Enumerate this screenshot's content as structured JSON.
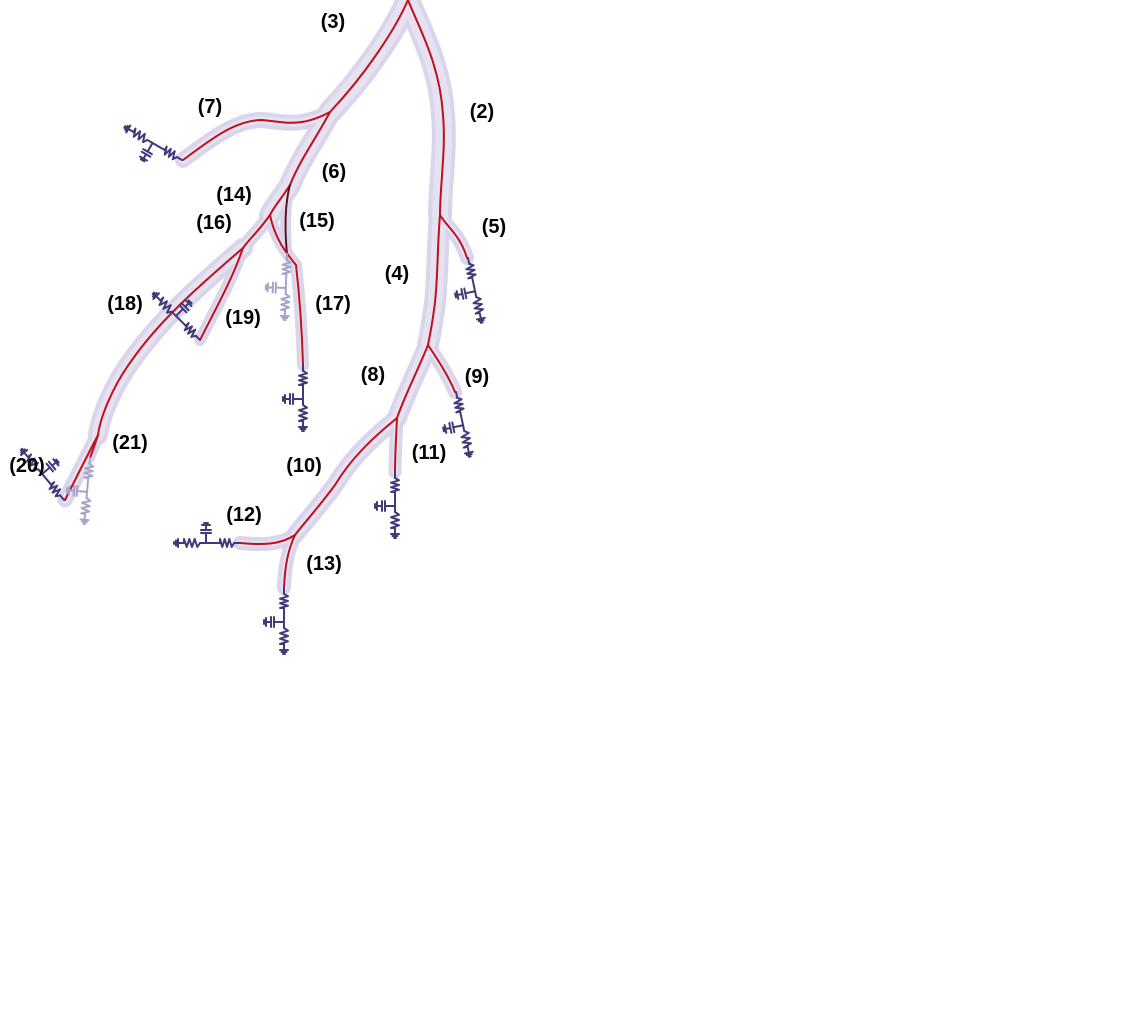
{
  "colors": {
    "vessel": "#d8d3e9",
    "centerline": "#c0101d",
    "circuit": "#3f3a7a",
    "circuit_faded": "#a9a4c6"
  },
  "segments": [
    {
      "id": "2",
      "label": "(2)"
    },
    {
      "id": "3",
      "label": "(3)"
    },
    {
      "id": "4",
      "label": "(4)"
    },
    {
      "id": "5",
      "label": "(5)"
    },
    {
      "id": "6",
      "label": "(6)"
    },
    {
      "id": "7",
      "label": "(7)"
    },
    {
      "id": "8",
      "label": "(8)"
    },
    {
      "id": "9",
      "label": "(9)"
    },
    {
      "id": "10",
      "label": "(10)"
    },
    {
      "id": "11",
      "label": "(11)"
    },
    {
      "id": "12",
      "label": "(12)"
    },
    {
      "id": "13",
      "label": "(13)"
    },
    {
      "id": "14",
      "label": "(14)"
    },
    {
      "id": "15",
      "label": "(15)"
    },
    {
      "id": "16",
      "label": "(16)"
    },
    {
      "id": "17",
      "label": "(17)"
    },
    {
      "id": "18",
      "label": "(18)"
    },
    {
      "id": "19",
      "label": "(19)"
    },
    {
      "id": "20",
      "label": "(20)"
    },
    {
      "id": "21",
      "label": "(21)"
    }
  ],
  "outlets": [
    {
      "id": "5",
      "icon": "rcr-circuit-icon"
    },
    {
      "id": "7",
      "icon": "rcr-circuit-icon"
    },
    {
      "id": "9",
      "icon": "rcr-circuit-icon"
    },
    {
      "id": "11",
      "icon": "rcr-circuit-icon"
    },
    {
      "id": "12",
      "icon": "rcr-circuit-icon"
    },
    {
      "id": "13",
      "icon": "rcr-circuit-icon"
    },
    {
      "id": "15",
      "icon": "rcr-circuit-icon"
    },
    {
      "id": "17",
      "icon": "rcr-circuit-icon"
    },
    {
      "id": "19",
      "icon": "rcr-circuit-icon"
    },
    {
      "id": "20",
      "icon": "rcr-circuit-icon"
    },
    {
      "id": "21",
      "icon": "rcr-circuit-icon"
    }
  ]
}
